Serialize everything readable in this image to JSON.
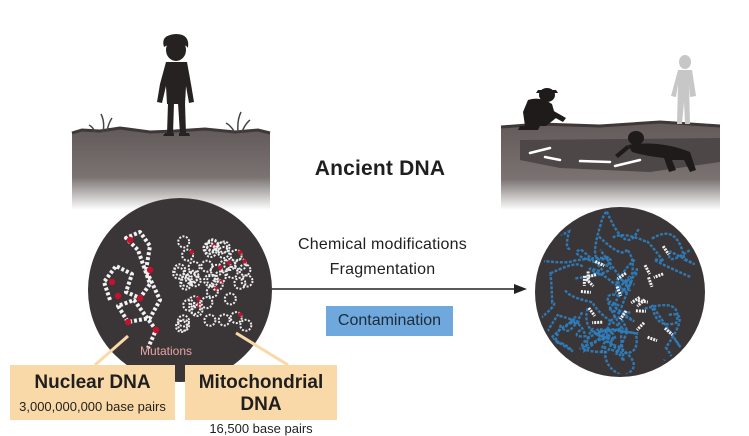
{
  "title": "Ancient DNA",
  "processes": [
    "Chemical modifications",
    "Fragmentation"
  ],
  "contamination": "Contamination",
  "mutations_label": "Mutations",
  "nuclear": {
    "title": "Nuclear DNA",
    "subtitle": "3,000,000,000 base pairs"
  },
  "mitochondrial": {
    "title": "Mitochondrial DNA",
    "subtitle": "16,500 base pairs"
  },
  "colors": {
    "soil": "#6d6563",
    "circle": "#3a3637",
    "box": "#fad9a8",
    "contamination": "#6fa8dc",
    "mutation": "#c8102e",
    "contaminant_dna": "#2f7fc0"
  },
  "icons": [
    "ancient-human-silhouette",
    "archaeologist-silhouettes",
    "dna-strands",
    "arrow-right"
  ]
}
